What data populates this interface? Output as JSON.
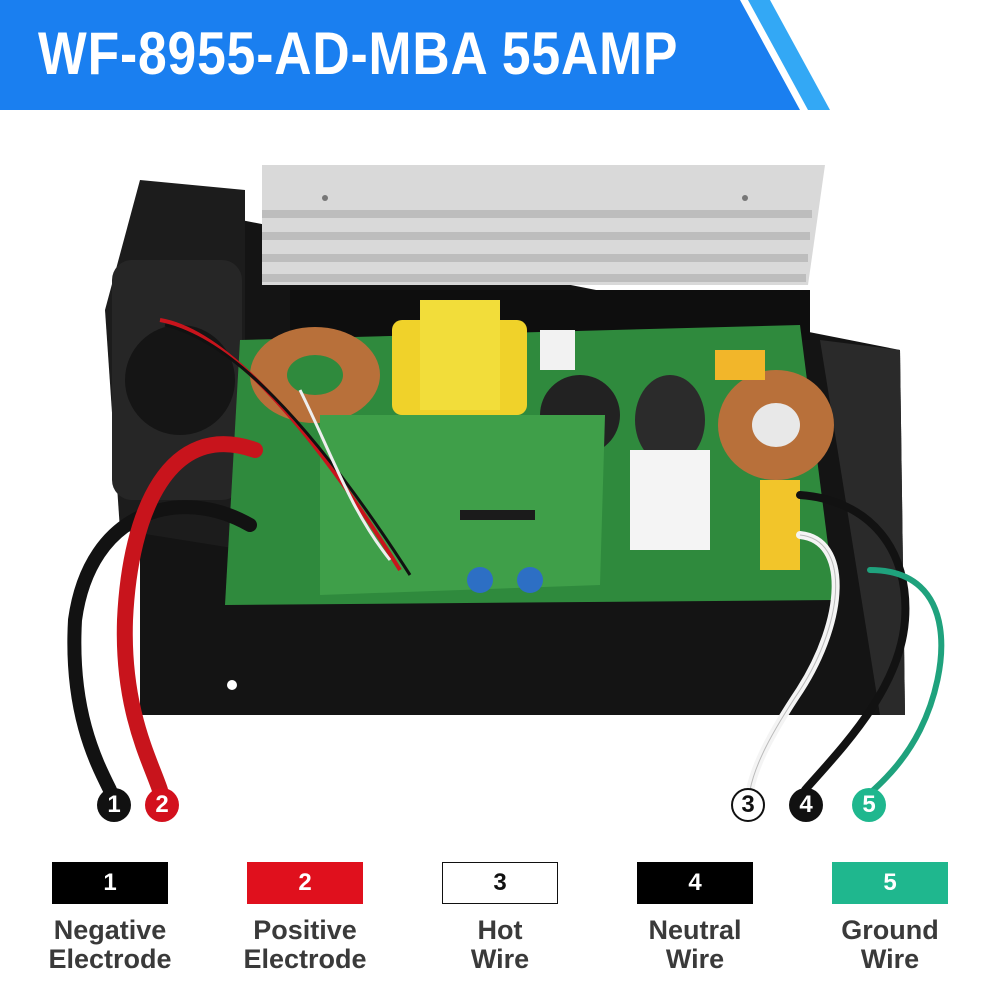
{
  "banner": {
    "title": "WF-8955-AD-MBA 55AMP",
    "color": "#1a7ff0",
    "stripe_color": "#33a8f5"
  },
  "photo": {
    "fan_color": "#1c1c1c",
    "heatsink_color": "#d9d9d9",
    "board_color": "#2f8a3d",
    "copper_color": "#b8703a",
    "chassis_color": "#141414"
  },
  "callouts": [
    {
      "number": "1",
      "color": "#111111",
      "text_color": "#ffffff"
    },
    {
      "number": "2",
      "color": "#d3101d",
      "text_color": "#ffffff"
    },
    {
      "number": "3",
      "color": "#ffffff",
      "text_color": "#111111"
    },
    {
      "number": "4",
      "color": "#111111",
      "text_color": "#ffffff"
    },
    {
      "number": "5",
      "color": "#1fb78e",
      "text_color": "#ffffff"
    }
  ],
  "legend": [
    {
      "number": "1",
      "label": "Negative\nElectrode",
      "color": "#000000",
      "text_color": "#ffffff"
    },
    {
      "number": "2",
      "label": "Positive\nElectrode",
      "color": "#e0101d",
      "text_color": "#ffffff"
    },
    {
      "number": "3",
      "label": "Hot\nWire",
      "color": "#ffffff",
      "text_color": "#111111"
    },
    {
      "number": "4",
      "label": "Neutral\nWire",
      "color": "#000000",
      "text_color": "#ffffff"
    },
    {
      "number": "5",
      "label": "Ground\nWire",
      "color": "#1fb78e",
      "text_color": "#ffffff"
    }
  ]
}
